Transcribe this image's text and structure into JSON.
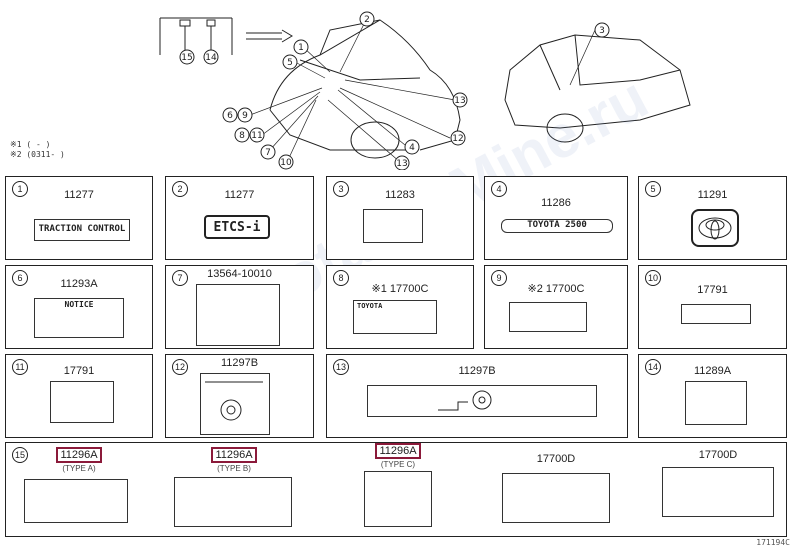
{
  "notes": [
    "※1 (      -  )",
    "※2 (0311-   )"
  ],
  "footer_code": "171194C",
  "watermark": "ToyotaCarMine.ru",
  "callouts_top": [
    "1",
    "2",
    "3",
    "4",
    "5",
    "6",
    "7",
    "8",
    "9",
    "10",
    "11",
    "12",
    "13",
    "13",
    "14",
    "15"
  ],
  "cells": [
    {
      "num": "1",
      "part": "11277",
      "label_text": "TRACTION CONTROL"
    },
    {
      "num": "2",
      "part": "11277",
      "label_text": "ETCS-i"
    },
    {
      "num": "3",
      "part": "11283",
      "label_text": ""
    },
    {
      "num": "4",
      "part": "11286",
      "label_text": "TOYOTA 2500"
    },
    {
      "num": "5",
      "part": "11291",
      "label_text": ""
    },
    {
      "num": "6",
      "part": "11293A",
      "label_text": "NOTICE"
    },
    {
      "num": "7",
      "part": "13564-10010",
      "label_text": ""
    },
    {
      "num": "8",
      "part": "※1 17700C",
      "label_text": "TOYOTA"
    },
    {
      "num": "9",
      "part": "※2 17700C",
      "label_text": ""
    },
    {
      "num": "10",
      "part": "17791",
      "label_text": ""
    },
    {
      "num": "11",
      "part": "17791",
      "label_text": ""
    },
    {
      "num": "12",
      "part": "11297B",
      "label_text": ""
    },
    {
      "num": "13",
      "part": "11297B",
      "label_text": ""
    },
    {
      "num": "14",
      "part": "11289A",
      "label_text": ""
    },
    {
      "num": "15",
      "part": "",
      "label_text": ""
    }
  ],
  "row5": [
    {
      "part": "11296A",
      "type": "(TYPE A)",
      "highlight": true
    },
    {
      "part": "11296A",
      "type": "(TYPE B)",
      "highlight": true
    },
    {
      "part": "11296A",
      "type": "(TYPE C)",
      "highlight": true
    },
    {
      "part": "17700D",
      "type": "",
      "highlight": false
    },
    {
      "part": "17700D",
      "type": "",
      "highlight": false
    }
  ]
}
